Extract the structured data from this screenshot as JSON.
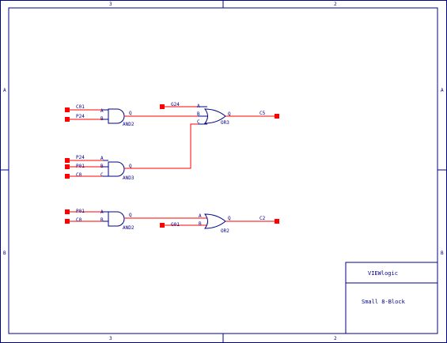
{
  "colors": {
    "frame": "#00008b",
    "wire": "#ff0000",
    "background": "#ffffff"
  },
  "border": {
    "top_zones": [
      "3",
      "2"
    ],
    "bottom_zones": [
      "3",
      "2"
    ],
    "left_zones": [
      "A",
      "B"
    ],
    "right_zones": [
      "A",
      "B"
    ]
  },
  "title_block": {
    "line1": "VIEWlogic",
    "line2": "Small 8-Block"
  },
  "schematic": {
    "inputs": {
      "c01_top": "C01",
      "p24_top": "P24",
      "p24_mid": "P24",
      "p01_mid": "P01",
      "c0_mid": "C0",
      "p01_bot": "P01",
      "c0_bot": "C0",
      "g24": "G24",
      "g01": "G01"
    },
    "outputs": {
      "c5": "C5",
      "c2": "C2"
    },
    "gates": {
      "and_top": {
        "type": "AND2",
        "pins": [
          "A",
          "B"
        ],
        "out": "Q"
      },
      "and_mid": {
        "type": "AND3",
        "pins": [
          "A",
          "B",
          "C"
        ],
        "out": "Q"
      },
      "and_bot": {
        "type": "AND2",
        "pins": [
          "A",
          "B"
        ],
        "out": "Q"
      },
      "or_top": {
        "type": "OR3",
        "pins": [
          "A",
          "B",
          "C"
        ],
        "out": "Q"
      },
      "or_bot": {
        "type": "OR2",
        "pins": [
          "A",
          "B"
        ],
        "out": "Q"
      }
    }
  }
}
